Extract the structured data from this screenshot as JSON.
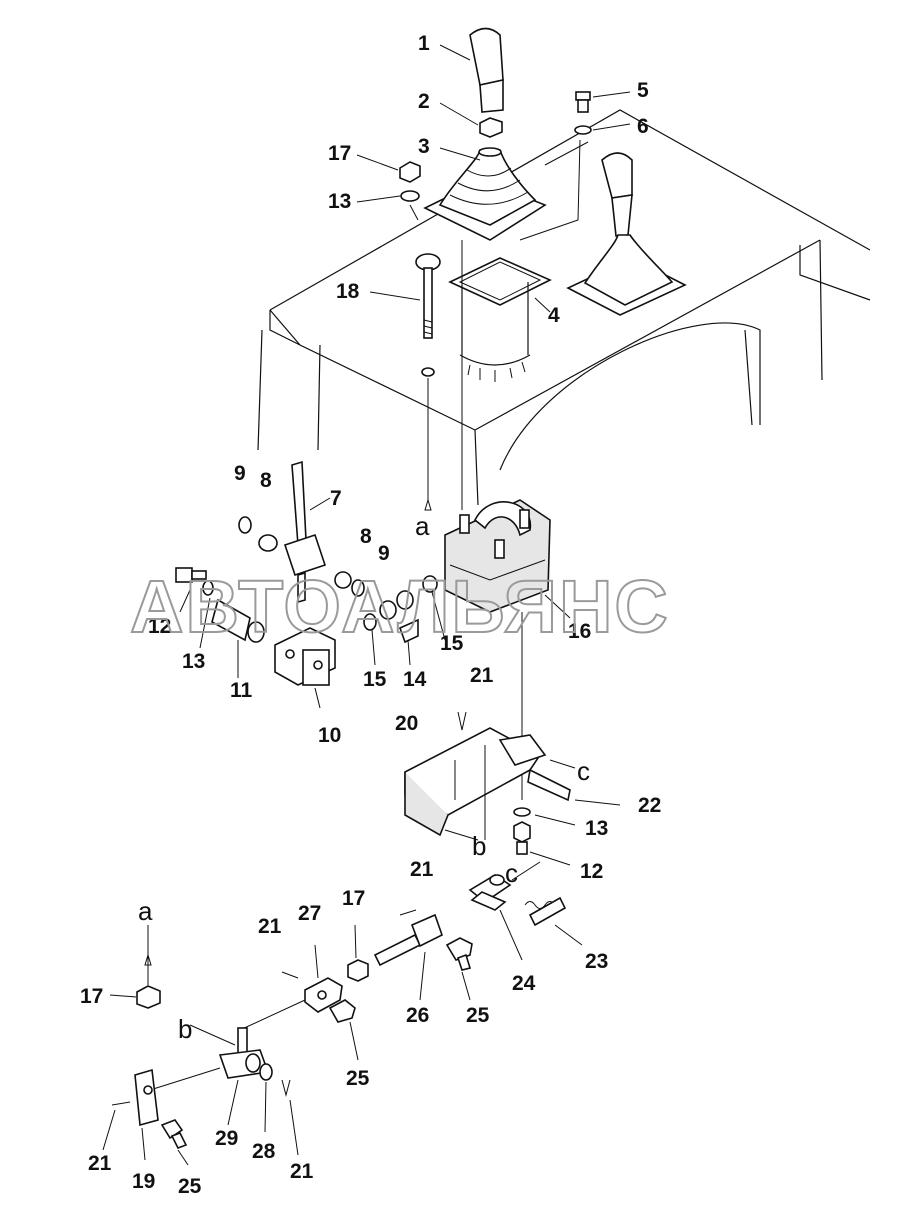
{
  "watermark": "АВТОАЛЬЯНС",
  "callouts": {
    "c1": "1",
    "c2": "2",
    "c3": "3",
    "c4": "4",
    "c5": "5",
    "c6": "6",
    "c7": "7",
    "c8a": "8",
    "c8b": "8",
    "c9a": "9",
    "c9b": "9",
    "c10": "10",
    "c11": "11",
    "c12a": "12",
    "c12b": "12",
    "c13a": "13",
    "c13b": "13",
    "c13c": "13",
    "c14": "14",
    "c15a": "15",
    "c15b": "15",
    "c16": "16",
    "c17a": "17",
    "c17b": "17",
    "c17c": "17",
    "c18": "18",
    "c19": "19",
    "c20": "20",
    "c21a": "21",
    "c21b": "21",
    "c21c": "21",
    "c21d": "21",
    "c21e": "21",
    "c22": "22",
    "c23": "23",
    "c24": "24",
    "c25a": "25",
    "c25b": "25",
    "c25c": "25",
    "c26": "26",
    "c27": "27",
    "c28": "28",
    "c29": "29"
  },
  "refs": {
    "a_top": "a",
    "a_bottom": "a",
    "b_top": "b",
    "b_bottom": "b",
    "c_top": "c",
    "c_bottom": "c"
  }
}
